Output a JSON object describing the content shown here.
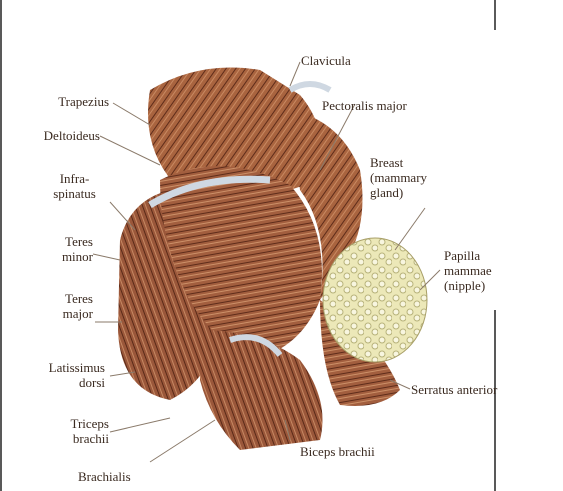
{
  "labels": {
    "clavicula": "Clavicula",
    "trapezius": "Trapezius",
    "pectoralis_major": "Pectoralis major",
    "deltoideus": "Deltoideus",
    "infraspinatus_1": "Infra-",
    "infraspinatus_2": "spinatus",
    "breast_1": "Breast",
    "breast_2": "(mammary",
    "breast_3": "gland)",
    "teres_minor_1": "Teres",
    "teres_minor_2": "minor",
    "papilla_1": "Papilla",
    "papilla_2": "mammae",
    "papilla_3": "(nipple)",
    "teres_major_1": "Teres",
    "teres_major_2": "major",
    "latissimus_1": "Latissimus",
    "latissimus_2": "dorsi",
    "serratus_anterior": "Serratus anterior",
    "triceps_1": "Triceps",
    "triceps_2": "brachii",
    "biceps_brachii": "Biceps brachii",
    "brachialis": "Brachialis"
  },
  "colors": {
    "muscle": "#9c5a3c",
    "muscle_dark": "#6e3522",
    "tendon": "#cfd8e2",
    "gland": "#e6e2b0",
    "leader": "#8a7a6a",
    "frame": "#222222"
  }
}
